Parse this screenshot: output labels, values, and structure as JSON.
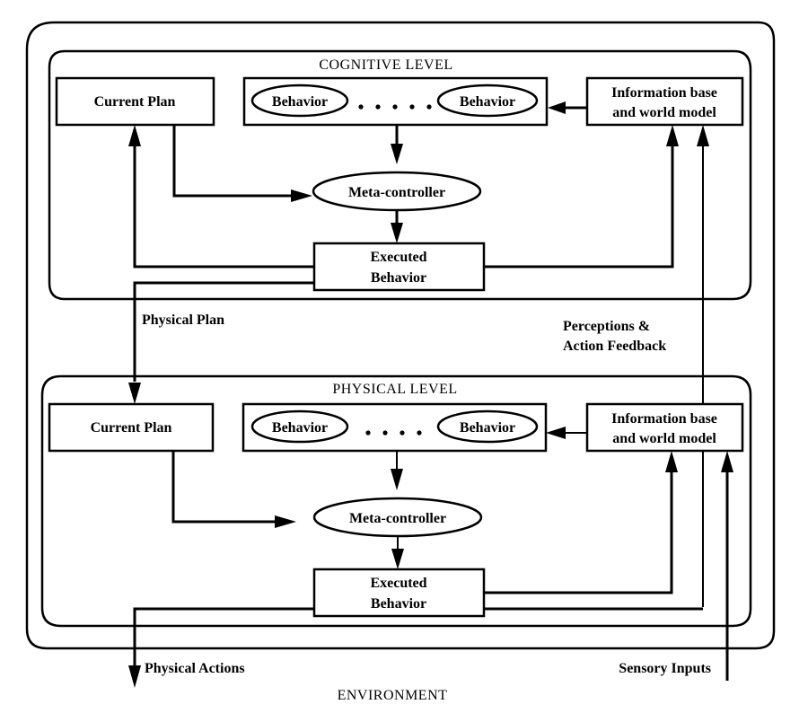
{
  "diagram": {
    "environment_label": "ENVIRONMENT",
    "cognitive": {
      "title": "COGNITIVE LEVEL",
      "current_plan": "Current Plan",
      "behavior_left": "Behavior",
      "behavior_right": "Behavior",
      "info_line1": "Information base",
      "info_line2": "and world model",
      "meta_controller": "Meta-controller",
      "executed_line1": "Executed",
      "executed_line2": "Behavior"
    },
    "physical": {
      "title": "PHYSICAL LEVEL",
      "current_plan": "Current Plan",
      "behavior_left": "Behavior",
      "behavior_right": "Behavior",
      "info_line1": "Information base",
      "info_line2": "and world model",
      "meta_controller": "Meta-controller",
      "executed_line1": "Executed",
      "executed_line2": "Behavior"
    },
    "flows": {
      "physical_plan": "Physical Plan",
      "perceptions_line1": "Perceptions &",
      "perceptions_line2": "Action Feedback",
      "physical_actions": "Physical Actions",
      "sensory_inputs": "Sensory Inputs"
    }
  }
}
